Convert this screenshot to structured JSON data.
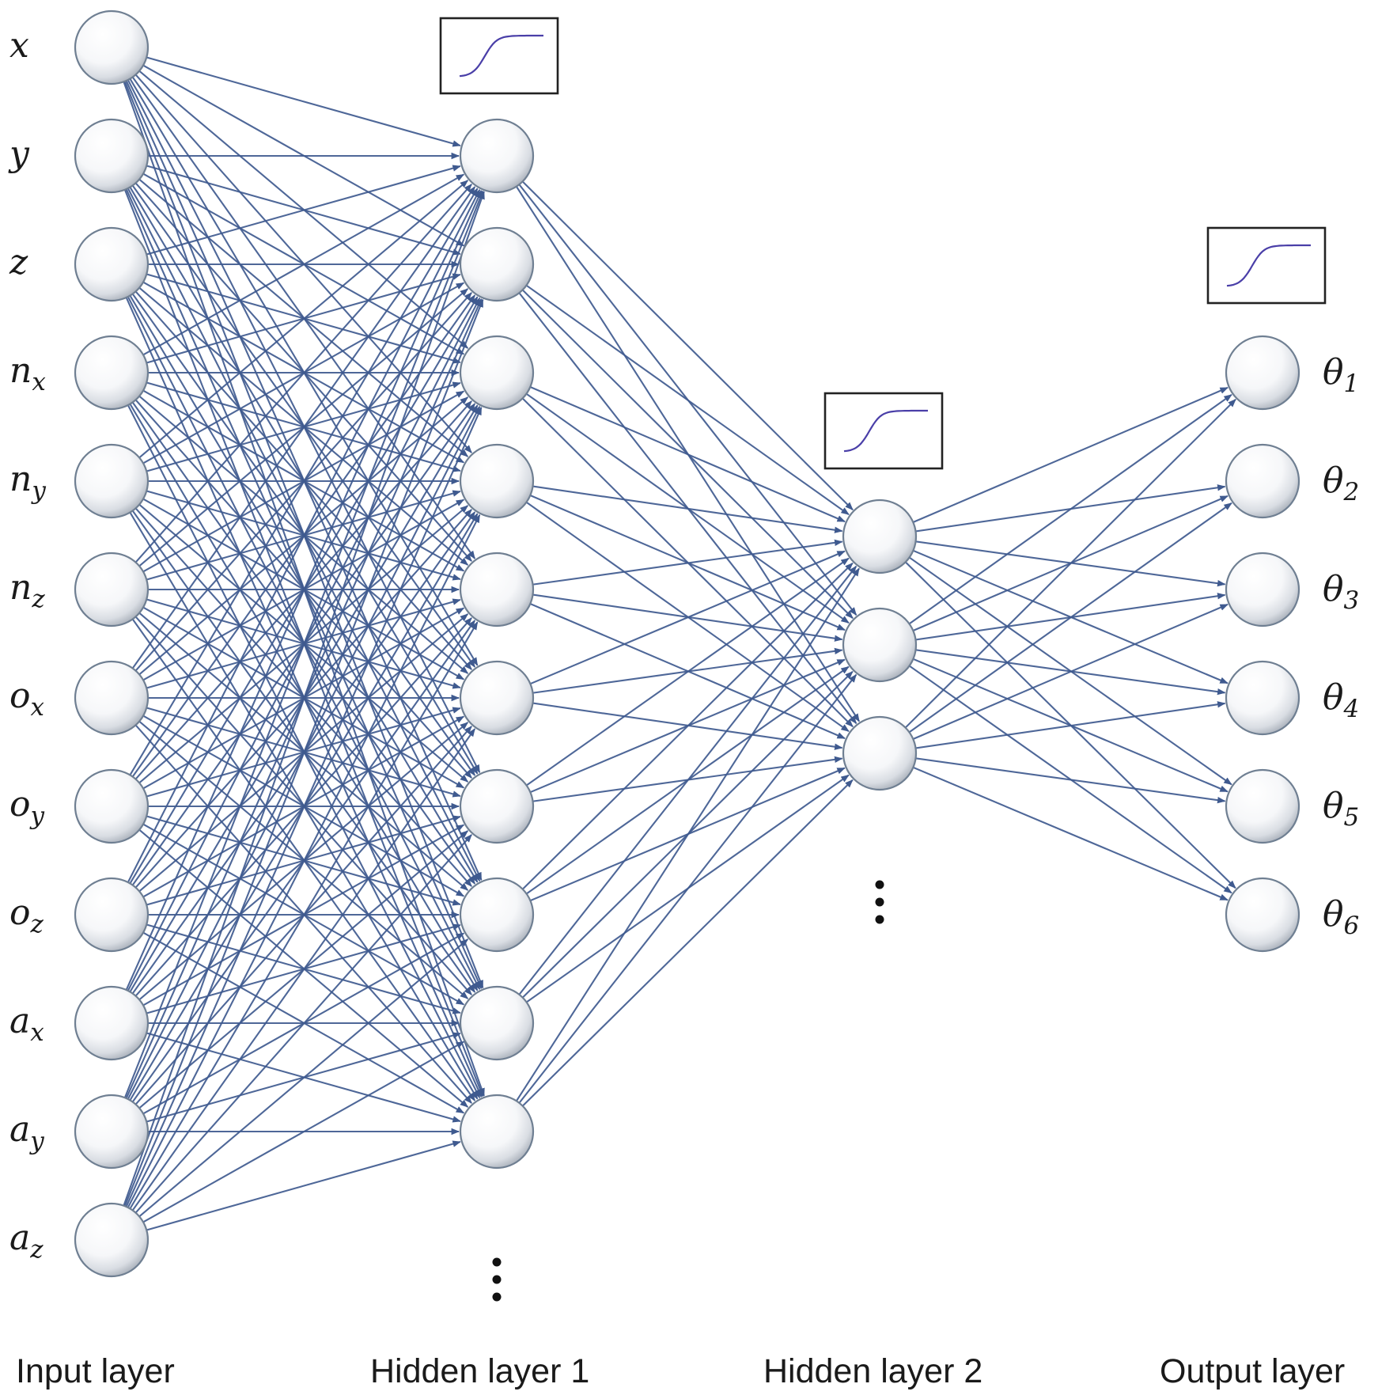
{
  "layers": [
    {
      "id": "input",
      "label": "Input layer",
      "nodes": [
        {
          "label": "x",
          "sub": ""
        },
        {
          "label": "y",
          "sub": ""
        },
        {
          "label": "z",
          "sub": ""
        },
        {
          "label": "n",
          "sub": "x"
        },
        {
          "label": "n",
          "sub": "y"
        },
        {
          "label": "n",
          "sub": "z"
        },
        {
          "label": "o",
          "sub": "x"
        },
        {
          "label": "o",
          "sub": "y"
        },
        {
          "label": "o",
          "sub": "z"
        },
        {
          "label": "a",
          "sub": "x"
        },
        {
          "label": "a",
          "sub": "y"
        },
        {
          "label": "a",
          "sub": "z"
        }
      ],
      "ellipsis": false,
      "activation": false
    },
    {
      "id": "hidden1",
      "label": "Hidden layer 1",
      "nodes": [
        {},
        {},
        {},
        {},
        {},
        {},
        {},
        {},
        {},
        {}
      ],
      "ellipsis": true,
      "activation": true
    },
    {
      "id": "hidden2",
      "label": "Hidden layer 2",
      "nodes": [
        {},
        {},
        {}
      ],
      "ellipsis": true,
      "activation": true
    },
    {
      "id": "output",
      "label": "Output layer",
      "nodes": [
        {
          "label": "θ",
          "sub": "1"
        },
        {
          "label": "θ",
          "sub": "2"
        },
        {
          "label": "θ",
          "sub": "3"
        },
        {
          "label": "θ",
          "sub": "4"
        },
        {
          "label": "θ",
          "sub": "5"
        },
        {
          "label": "θ",
          "sub": "6"
        }
      ],
      "ellipsis": false,
      "activation": true
    }
  ],
  "connections": "fully-connected",
  "activation_icon": "sigmoid-icon",
  "colors": {
    "edge": "#3f5a8f",
    "sigmoid": "#4a3fa8",
    "node_stroke": "#6f7f92"
  }
}
